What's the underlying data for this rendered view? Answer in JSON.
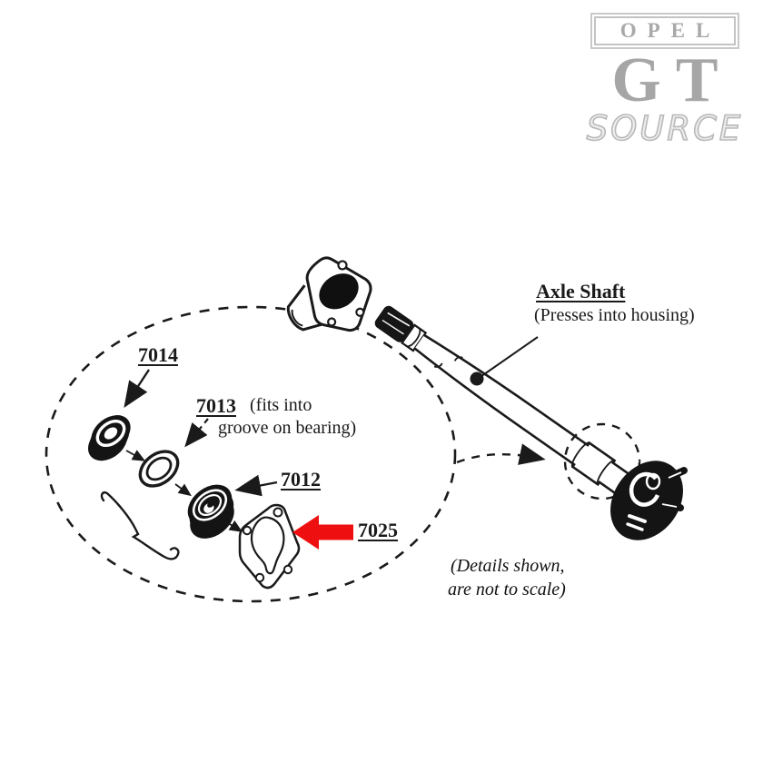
{
  "logo": {
    "brand": "OPEL",
    "model": "GT",
    "suffix": "SOURCE"
  },
  "diagram": {
    "axle_label": {
      "title": "Axle Shaft",
      "subtitle": "(Presses into housing)"
    },
    "scale_note": {
      "line1": "(Details shown,",
      "line2": "are not to scale)"
    },
    "parts": {
      "seal": {
        "id": "7014"
      },
      "circlip": {
        "id": "7013",
        "note_line1": "(fits into",
        "note_line2": "groove on bearing)"
      },
      "bearing": {
        "id": "7012"
      },
      "gasket": {
        "id": "7025"
      }
    }
  },
  "colors": {
    "highlight_arrow": "#ee1010",
    "logo_gray": "#a9a9a9",
    "ink": "#1a1a1a"
  }
}
